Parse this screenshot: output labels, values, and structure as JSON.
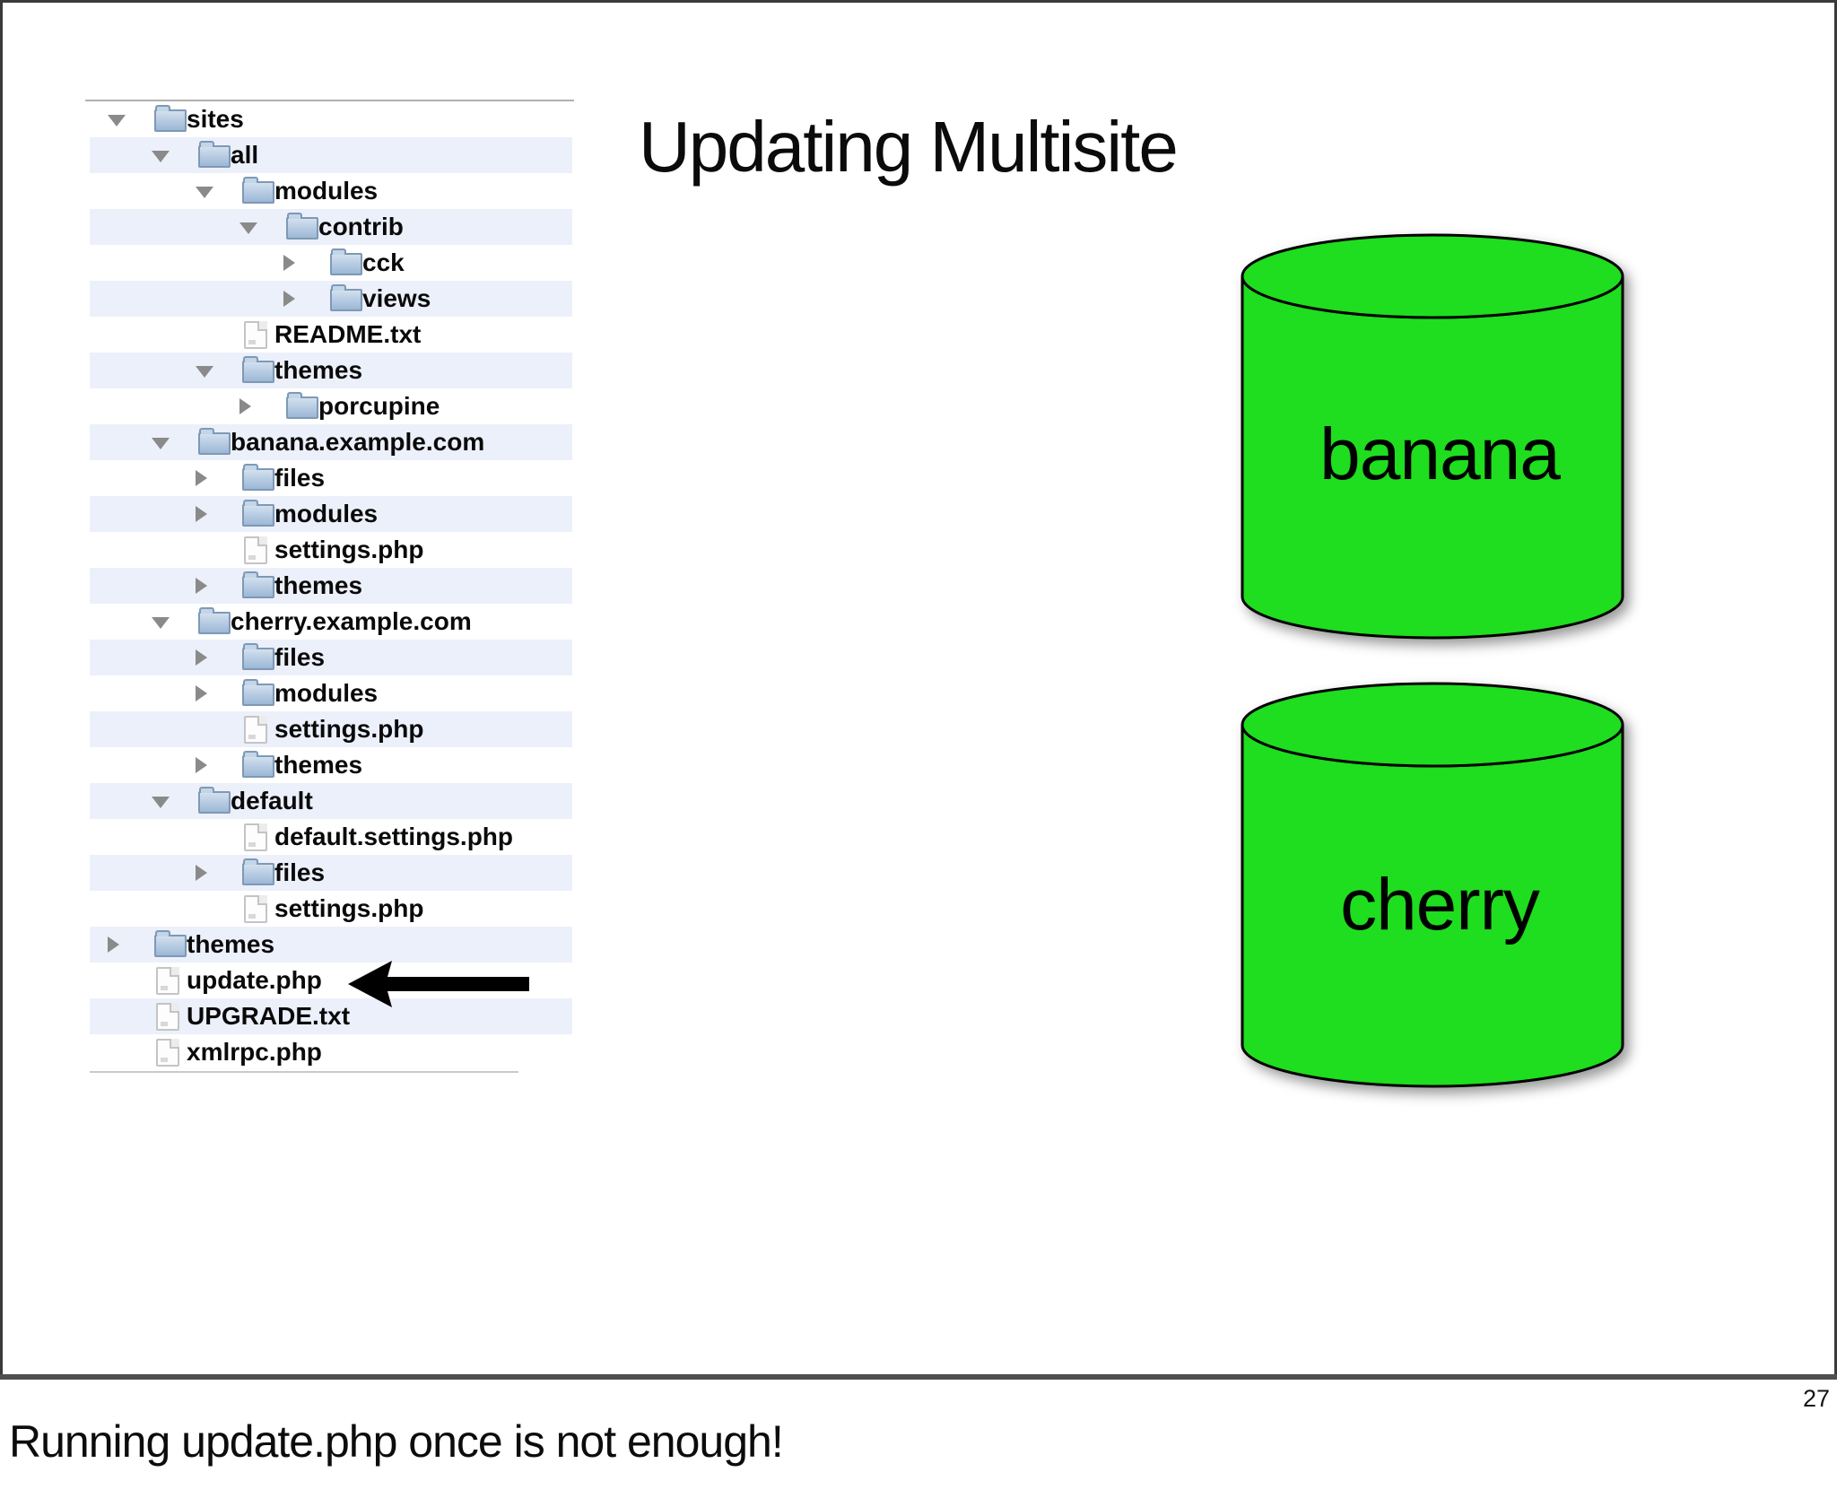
{
  "slide": {
    "title": "Updating Multisite",
    "footer_note": "Running update.php once is not enough!",
    "page_number": "27"
  },
  "file_tree": {
    "rows": [
      {
        "label": "sites",
        "level": 0,
        "kind": "folder",
        "state": "expanded"
      },
      {
        "label": "all",
        "level": 1,
        "kind": "folder",
        "state": "expanded"
      },
      {
        "label": "modules",
        "level": 2,
        "kind": "folder",
        "state": "expanded"
      },
      {
        "label": "contrib",
        "level": 3,
        "kind": "folder",
        "state": "expanded"
      },
      {
        "label": "cck",
        "level": 4,
        "kind": "folder",
        "state": "collapsed"
      },
      {
        "label": "views",
        "level": 4,
        "kind": "folder",
        "state": "collapsed"
      },
      {
        "label": "README.txt",
        "level": 2,
        "kind": "file"
      },
      {
        "label": "themes",
        "level": 2,
        "kind": "folder",
        "state": "expanded"
      },
      {
        "label": "porcupine",
        "level": 3,
        "kind": "folder",
        "state": "collapsed"
      },
      {
        "label": "banana.example.com",
        "level": 1,
        "kind": "folder",
        "state": "expanded"
      },
      {
        "label": "files",
        "level": 2,
        "kind": "folder",
        "state": "collapsed"
      },
      {
        "label": "modules",
        "level": 2,
        "kind": "folder",
        "state": "collapsed"
      },
      {
        "label": "settings.php",
        "level": 2,
        "kind": "file"
      },
      {
        "label": "themes",
        "level": 2,
        "kind": "folder",
        "state": "collapsed"
      },
      {
        "label": "cherry.example.com",
        "level": 1,
        "kind": "folder",
        "state": "expanded"
      },
      {
        "label": "files",
        "level": 2,
        "kind": "folder",
        "state": "collapsed"
      },
      {
        "label": "modules",
        "level": 2,
        "kind": "folder",
        "state": "collapsed"
      },
      {
        "label": "settings.php",
        "level": 2,
        "kind": "file"
      },
      {
        "label": "themes",
        "level": 2,
        "kind": "folder",
        "state": "collapsed"
      },
      {
        "label": "default",
        "level": 1,
        "kind": "folder",
        "state": "expanded"
      },
      {
        "label": "default.settings.php",
        "level": 2,
        "kind": "file"
      },
      {
        "label": "files",
        "level": 2,
        "kind": "folder",
        "state": "collapsed"
      },
      {
        "label": "settings.php",
        "level": 2,
        "kind": "file"
      },
      {
        "label": "themes",
        "level": 0,
        "kind": "folder",
        "state": "collapsed"
      },
      {
        "label": "update.php",
        "level": 0,
        "kind": "file",
        "arrow": true
      },
      {
        "label": "UPGRADE.txt",
        "level": 0,
        "kind": "file"
      },
      {
        "label": "xmlrpc.php",
        "level": 0,
        "kind": "file"
      }
    ]
  },
  "databases": [
    {
      "label": "banana"
    },
    {
      "label": "cherry"
    }
  ],
  "colors": {
    "cylinder_green": "#1fdd1f",
    "cylinder_outline": "#000000",
    "tree_stripe_blue": "#ecf0fa",
    "folder_blue": "#aec6df",
    "triangle_gray": "#8a8a8a",
    "arrow_black": "#000000",
    "frame_gray": "#4f4f4f"
  }
}
